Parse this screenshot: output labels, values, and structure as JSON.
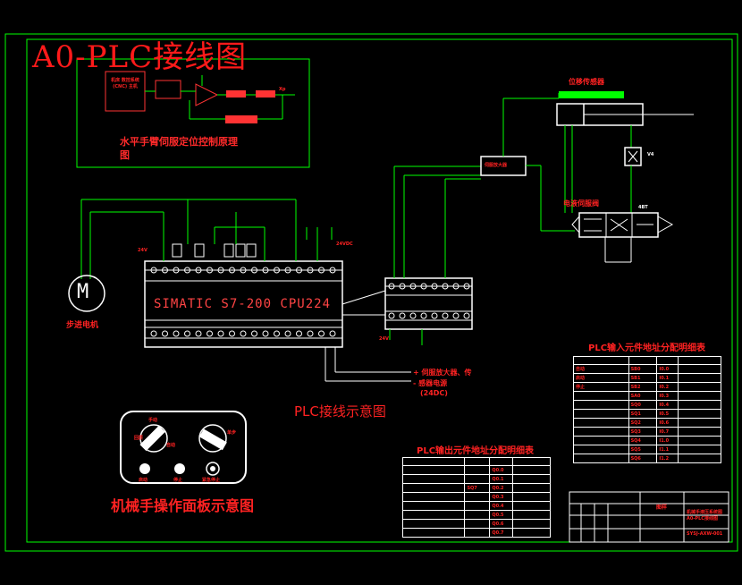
{
  "drawing": {
    "title": "A0-PLC接线图",
    "plc_wiring_caption": "PLC接线示意图",
    "panel_caption": "机械手操作面板示意图"
  },
  "servo_schematic": {
    "caption_line1": "水平手臂伺服定位控制原理",
    "caption_line2": "图",
    "controller_label": "机床 数控系统 (CNC) 主机",
    "output_label": "Xp"
  },
  "components": {
    "displacement_sensor": "位移传感器",
    "servo_valve": "电液伺服阀",
    "servo_amplifier": "伺服放大器",
    "valve_tag_v4": "V4",
    "valve_tag_4bt": "4BT",
    "stepper_motor_symbol": "M",
    "stepper_motor_label": "步进电机",
    "plc_model": "SIMATIC  S7-200  CPU224",
    "voltage_24vdc": "24VDC",
    "voltage_24v_a": "24V",
    "voltage_24v_b": "24V",
    "supply_note_line1": "+ 伺服放大器、传",
    "supply_note_line2": "- 感器电源",
    "supply_note_line3": "(24DC)"
  },
  "input_table": {
    "title": "PLC输入元件地址分配明细表",
    "rows": [
      [
        "自动",
        "SB0",
        "I0.0",
        ""
      ],
      [
        "启动",
        "SB1",
        "I0.1",
        ""
      ],
      [
        "停止",
        "SB2",
        "I0.2",
        ""
      ],
      [
        "",
        "SA0",
        "I0.3",
        ""
      ],
      [
        "",
        "SQ0",
        "I0.4",
        ""
      ],
      [
        "",
        "SQ1",
        "I0.5",
        ""
      ],
      [
        "",
        "SQ2",
        "I0.6",
        ""
      ],
      [
        "",
        "SQ3",
        "I0.7",
        ""
      ],
      [
        "",
        "SQ4",
        "I1.0",
        ""
      ],
      [
        "",
        "SQ5",
        "I1.1",
        ""
      ],
      [
        "",
        "SQ6",
        "I1.2",
        ""
      ]
    ]
  },
  "output_table": {
    "title": "PLC输出元件地址分配明细表",
    "rows": [
      [
        "",
        "",
        "Q0.0",
        ""
      ],
      [
        "",
        "",
        "Q0.1",
        ""
      ],
      [
        "",
        "SQ7",
        "Q0.2",
        ""
      ],
      [
        "",
        "",
        "Q0.3",
        ""
      ],
      [
        "",
        "",
        "Q0.4",
        ""
      ],
      [
        "",
        "",
        "Q0.5",
        ""
      ],
      [
        "",
        "",
        "Q0.6",
        ""
      ],
      [
        "",
        "",
        "Q0.7",
        ""
      ]
    ]
  },
  "panel": {
    "knob_labels": [
      "手动",
      "回原",
      "自动",
      "单步"
    ],
    "button_labels": [
      "启动",
      "停止",
      "紧急停止"
    ]
  },
  "title_block": {
    "title_cell": "图样",
    "drawing_name": "机械手液压系统图 A0-PLC接线图",
    "drawing_number": "SYSJ-AXW-001"
  },
  "colors": {
    "background": "#000000",
    "frame_green": "#00ff00",
    "annotation_red": "#ff2222",
    "outline_white": "#ffffff"
  }
}
